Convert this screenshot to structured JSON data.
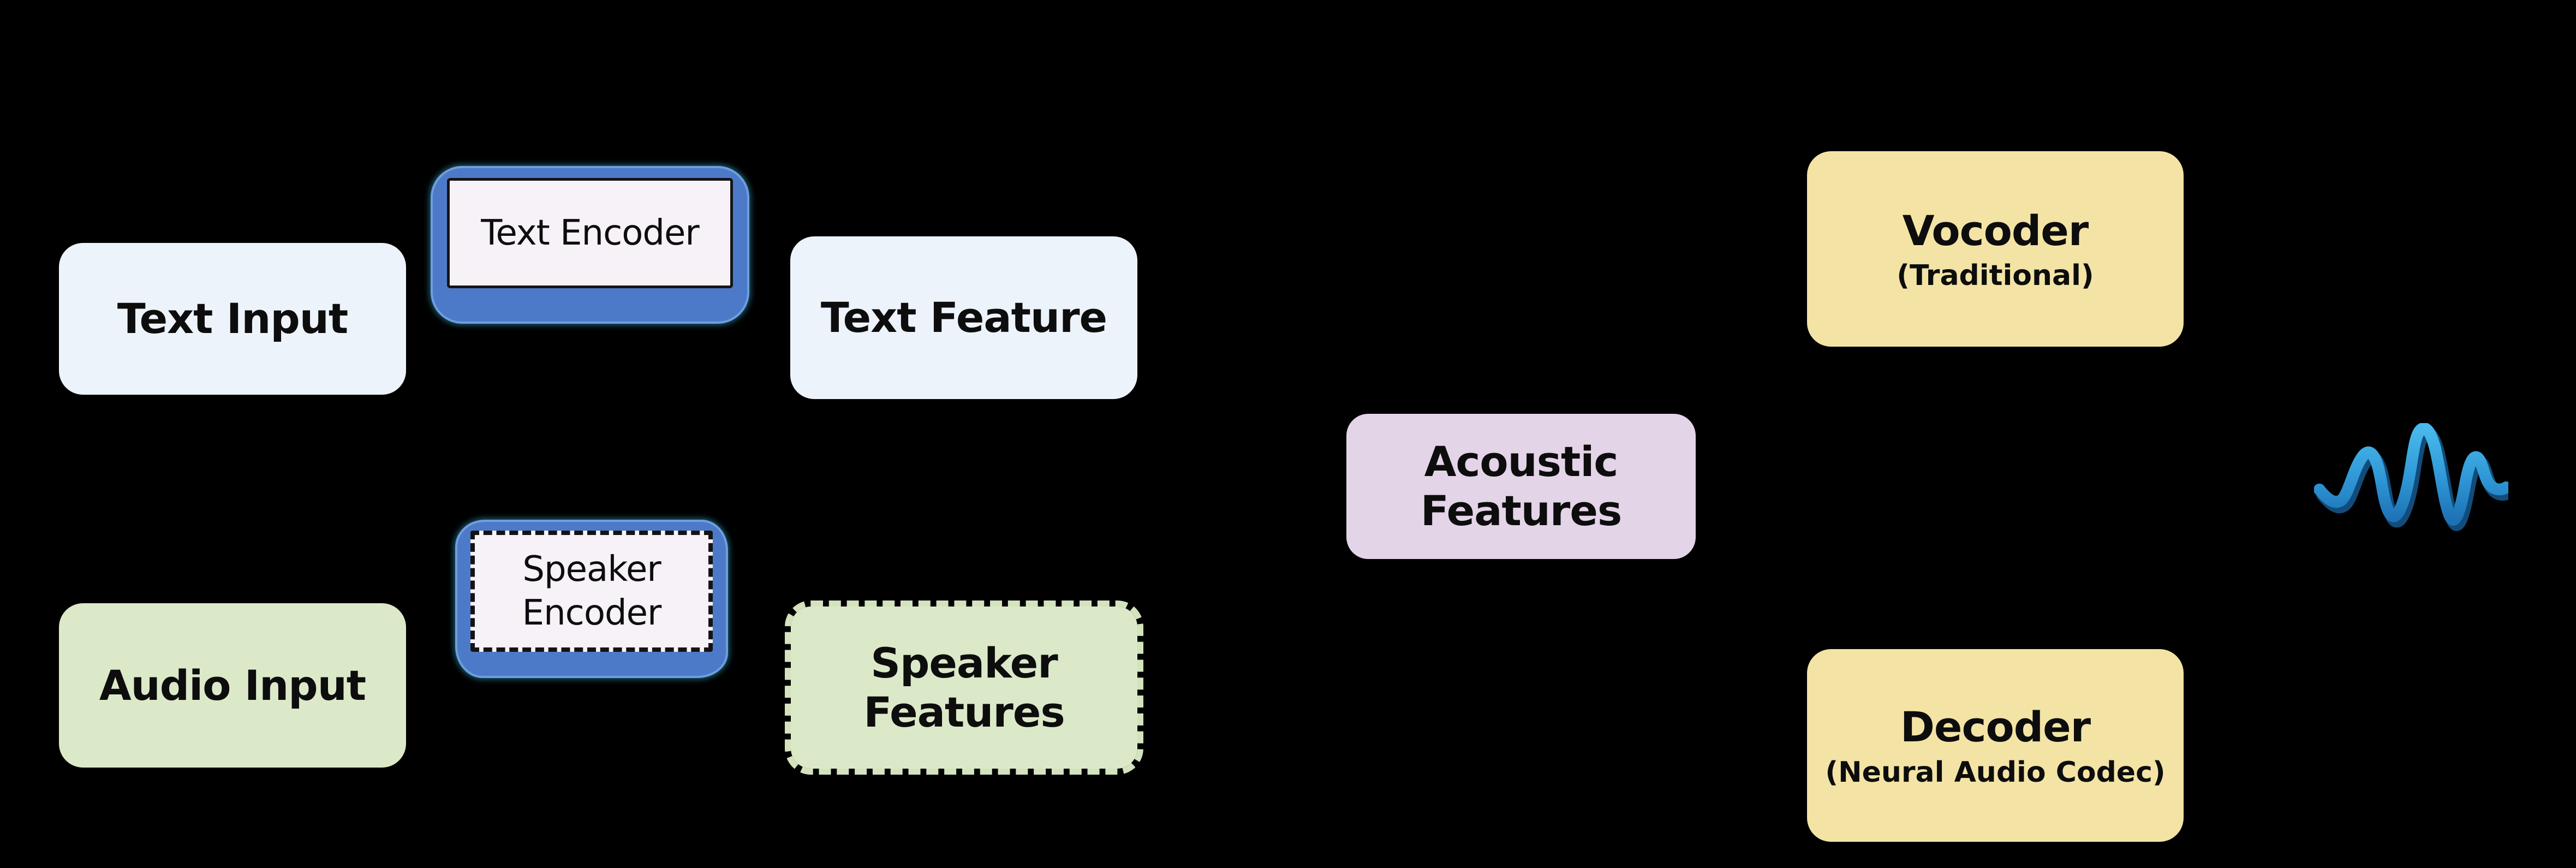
{
  "diagram": {
    "background": "#000000",
    "boxes": {
      "text_input": {
        "label": "Text Input",
        "fill": "#edf3fb"
      },
      "text_encoder": {
        "label": "Text Encoder",
        "fill": "#f7f1f8",
        "highlight": "#4d7ac8",
        "border": "solid"
      },
      "text_feature": {
        "label": "Text Feature",
        "fill": "#edf3fb"
      },
      "audio_input": {
        "label": "Audio Input",
        "fill": "#dbe9c9"
      },
      "speaker_encoder": {
        "label": "Speaker Encoder",
        "fill": "#f7f1f8",
        "highlight": "#4d7ac8",
        "border": "dashed"
      },
      "speaker_features": {
        "label": "Speaker Features",
        "fill": "#dbe9c9",
        "border": "dashed"
      },
      "acoustic_features": {
        "label": "Acoustic Features",
        "fill": "#e4d4e8"
      },
      "vocoder": {
        "label": "Vocoder",
        "sublabel": "(Traditional)",
        "fill": "#f3e4a5"
      },
      "decoder": {
        "label": "Decoder",
        "sublabel": "(Neural Audio Codec)",
        "fill": "#f3e4a5"
      }
    },
    "icons": {
      "waveform": {
        "name": "audio-waveform-icon",
        "color_light": "#49b9ec",
        "color_dark": "#1d72b5"
      }
    }
  }
}
